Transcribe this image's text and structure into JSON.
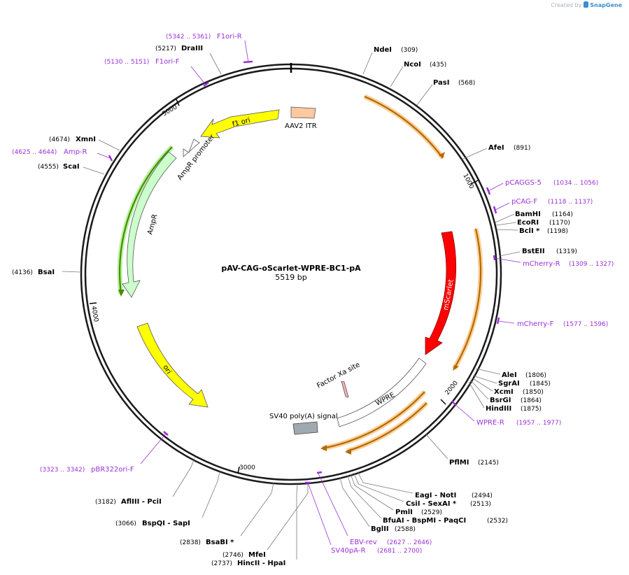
{
  "credit": {
    "prefix": "Created by",
    "brand": "SnapGene"
  },
  "plasmid": {
    "name": "pAV-CAG-oScarlet-WPRE-BC1-pA",
    "length_label": "5519 bp",
    "length": 5519
  },
  "ticks": [
    {
      "pos": 1000,
      "label": "1000"
    },
    {
      "pos": 2000,
      "label": "2000"
    },
    {
      "pos": 3000,
      "label": "3000"
    },
    {
      "pos": 4000,
      "label": "4000"
    },
    {
      "pos": 5000,
      "label": "5000"
    }
  ],
  "features": [
    {
      "id": "aav2-itr",
      "label": "AAV2 ITR",
      "color": "#ffc8a0",
      "type": "box"
    },
    {
      "id": "f1-ori",
      "label": "f1 ori",
      "color": "#ffff00",
      "type": "arrow"
    },
    {
      "id": "ampr-promoter",
      "label": "AmpR promoter",
      "color": "#ffffff",
      "type": "arrow"
    },
    {
      "id": "ampr",
      "label": "AmpR",
      "color": "#ccffcc",
      "type": "arrow"
    },
    {
      "id": "ori",
      "label": "ori",
      "color": "#ffff00",
      "type": "arrow"
    },
    {
      "id": "mscarlet",
      "label": "mScarlet",
      "color": "#ff0000",
      "type": "arrow"
    },
    {
      "id": "wpre",
      "label": "WPRE",
      "color": "#ffffff",
      "type": "arrow"
    },
    {
      "id": "factor-xa",
      "label": "Factor Xa site",
      "color": "#ffb0b0",
      "type": "small"
    },
    {
      "id": "sv40",
      "label": "SV40 poly(A) signal",
      "color": "#a0a8b0",
      "type": "box"
    }
  ],
  "orfs": [
    {
      "id": "orf-cag",
      "color": "#b06a00"
    },
    {
      "id": "orf-mscarlet",
      "color": "#b06a00"
    },
    {
      "id": "orf-wpre-1",
      "color": "#b06a00"
    },
    {
      "id": "orf-wpre-2",
      "color": "#b06a00"
    },
    {
      "id": "orf-ampr",
      "color": "#3f8f00"
    }
  ],
  "sites": [
    {
      "id": "ndei",
      "name": "NdeI",
      "pos": "(309)"
    },
    {
      "id": "ncoi",
      "name": "NcoI",
      "pos": "(435)"
    },
    {
      "id": "pasi",
      "name": "PasI",
      "pos": "(568)"
    },
    {
      "id": "afei",
      "name": "AfeI",
      "pos": "(891)"
    },
    {
      "id": "bamhi",
      "name": "BamHI",
      "pos": "(1164)"
    },
    {
      "id": "ecori",
      "name": "EcoRI",
      "pos": "(1170)"
    },
    {
      "id": "bcli",
      "name": "BclI *",
      "pos": "(1198)"
    },
    {
      "id": "bsteii",
      "name": "BstEII",
      "pos": "(1319)"
    },
    {
      "id": "alei",
      "name": "AleI",
      "pos": "(1806)"
    },
    {
      "id": "sgrai",
      "name": "SgrAI",
      "pos": "(1845)"
    },
    {
      "id": "xcmi",
      "name": "XcmI",
      "pos": "(1850)"
    },
    {
      "id": "bsrgi",
      "name": "BsrGI",
      "pos": "(1864)"
    },
    {
      "id": "hindiii",
      "name": "HindIII",
      "pos": "(1875)"
    },
    {
      "id": "pflmi",
      "name": "PflMI",
      "pos": "(2145)"
    },
    {
      "id": "eagi",
      "name": "EagI  - NotI",
      "pos": "(2494)"
    },
    {
      "id": "csii",
      "name": "CsiI  - SexAI *",
      "pos": "(2513)"
    },
    {
      "id": "pmli",
      "name": "PmlI",
      "pos": "(2529)"
    },
    {
      "id": "bfuai",
      "name": "BfuAI  - BspMI  - PaqCI",
      "pos": "(2532)"
    },
    {
      "id": "bglii",
      "name": "BglII",
      "pos": "(2588)"
    },
    {
      "id": "mfei",
      "name": "MfeI",
      "pos": "(2746)"
    },
    {
      "id": "hincii",
      "name": "HincII  - HpaI",
      "pos": "(2737)"
    },
    {
      "id": "bsabi",
      "name": "BsaBI *",
      "pos": "(2838)"
    },
    {
      "id": "bspqi",
      "name": "BspQI  - SapI",
      "pos": "(3066)"
    },
    {
      "id": "afliii",
      "name": "AflIII  - PciI",
      "pos": "(3182)"
    },
    {
      "id": "bsai",
      "name": "BsaI",
      "pos": "(4136)"
    },
    {
      "id": "scai",
      "name": "ScaI",
      "pos": "(4555)"
    },
    {
      "id": "xmni",
      "name": "XmnI",
      "pos": "(4674)"
    },
    {
      "id": "draiii",
      "name": "DraIII",
      "pos": "(5217)"
    }
  ],
  "primers": [
    {
      "id": "f1ori-r",
      "name": "F1ori-R",
      "range": "(5342 .. 5361)"
    },
    {
      "id": "f1ori-f",
      "name": "F1ori-F",
      "range": "(5130 .. 5151)"
    },
    {
      "id": "amp-r",
      "name": "Amp-R",
      "range": "(4625 .. 4644)"
    },
    {
      "id": "pcaggs-5",
      "name": "pCAGGS-5",
      "range": "(1034 .. 1056)"
    },
    {
      "id": "pcag-f",
      "name": "pCAG-F",
      "range": "(1118 .. 1137)"
    },
    {
      "id": "mcherry-r",
      "name": "mCherry-R",
      "range": "(1309 .. 1327)"
    },
    {
      "id": "mcherry-f",
      "name": "mCherry-F",
      "range": "(1577 .. 1596)"
    },
    {
      "id": "wpre-r",
      "name": "WPRE-R",
      "range": "(1957 .. 1977)"
    },
    {
      "id": "ebv-rev",
      "name": "EBV-rev",
      "range": "(2627 .. 2646)"
    },
    {
      "id": "sv40pa-r",
      "name": "SV40pA-R",
      "range": "(2681 .. 2700)"
    },
    {
      "id": "pbr322ori-f",
      "name": "pBR322ori-F",
      "range": "(3323 .. 3342)"
    }
  ]
}
